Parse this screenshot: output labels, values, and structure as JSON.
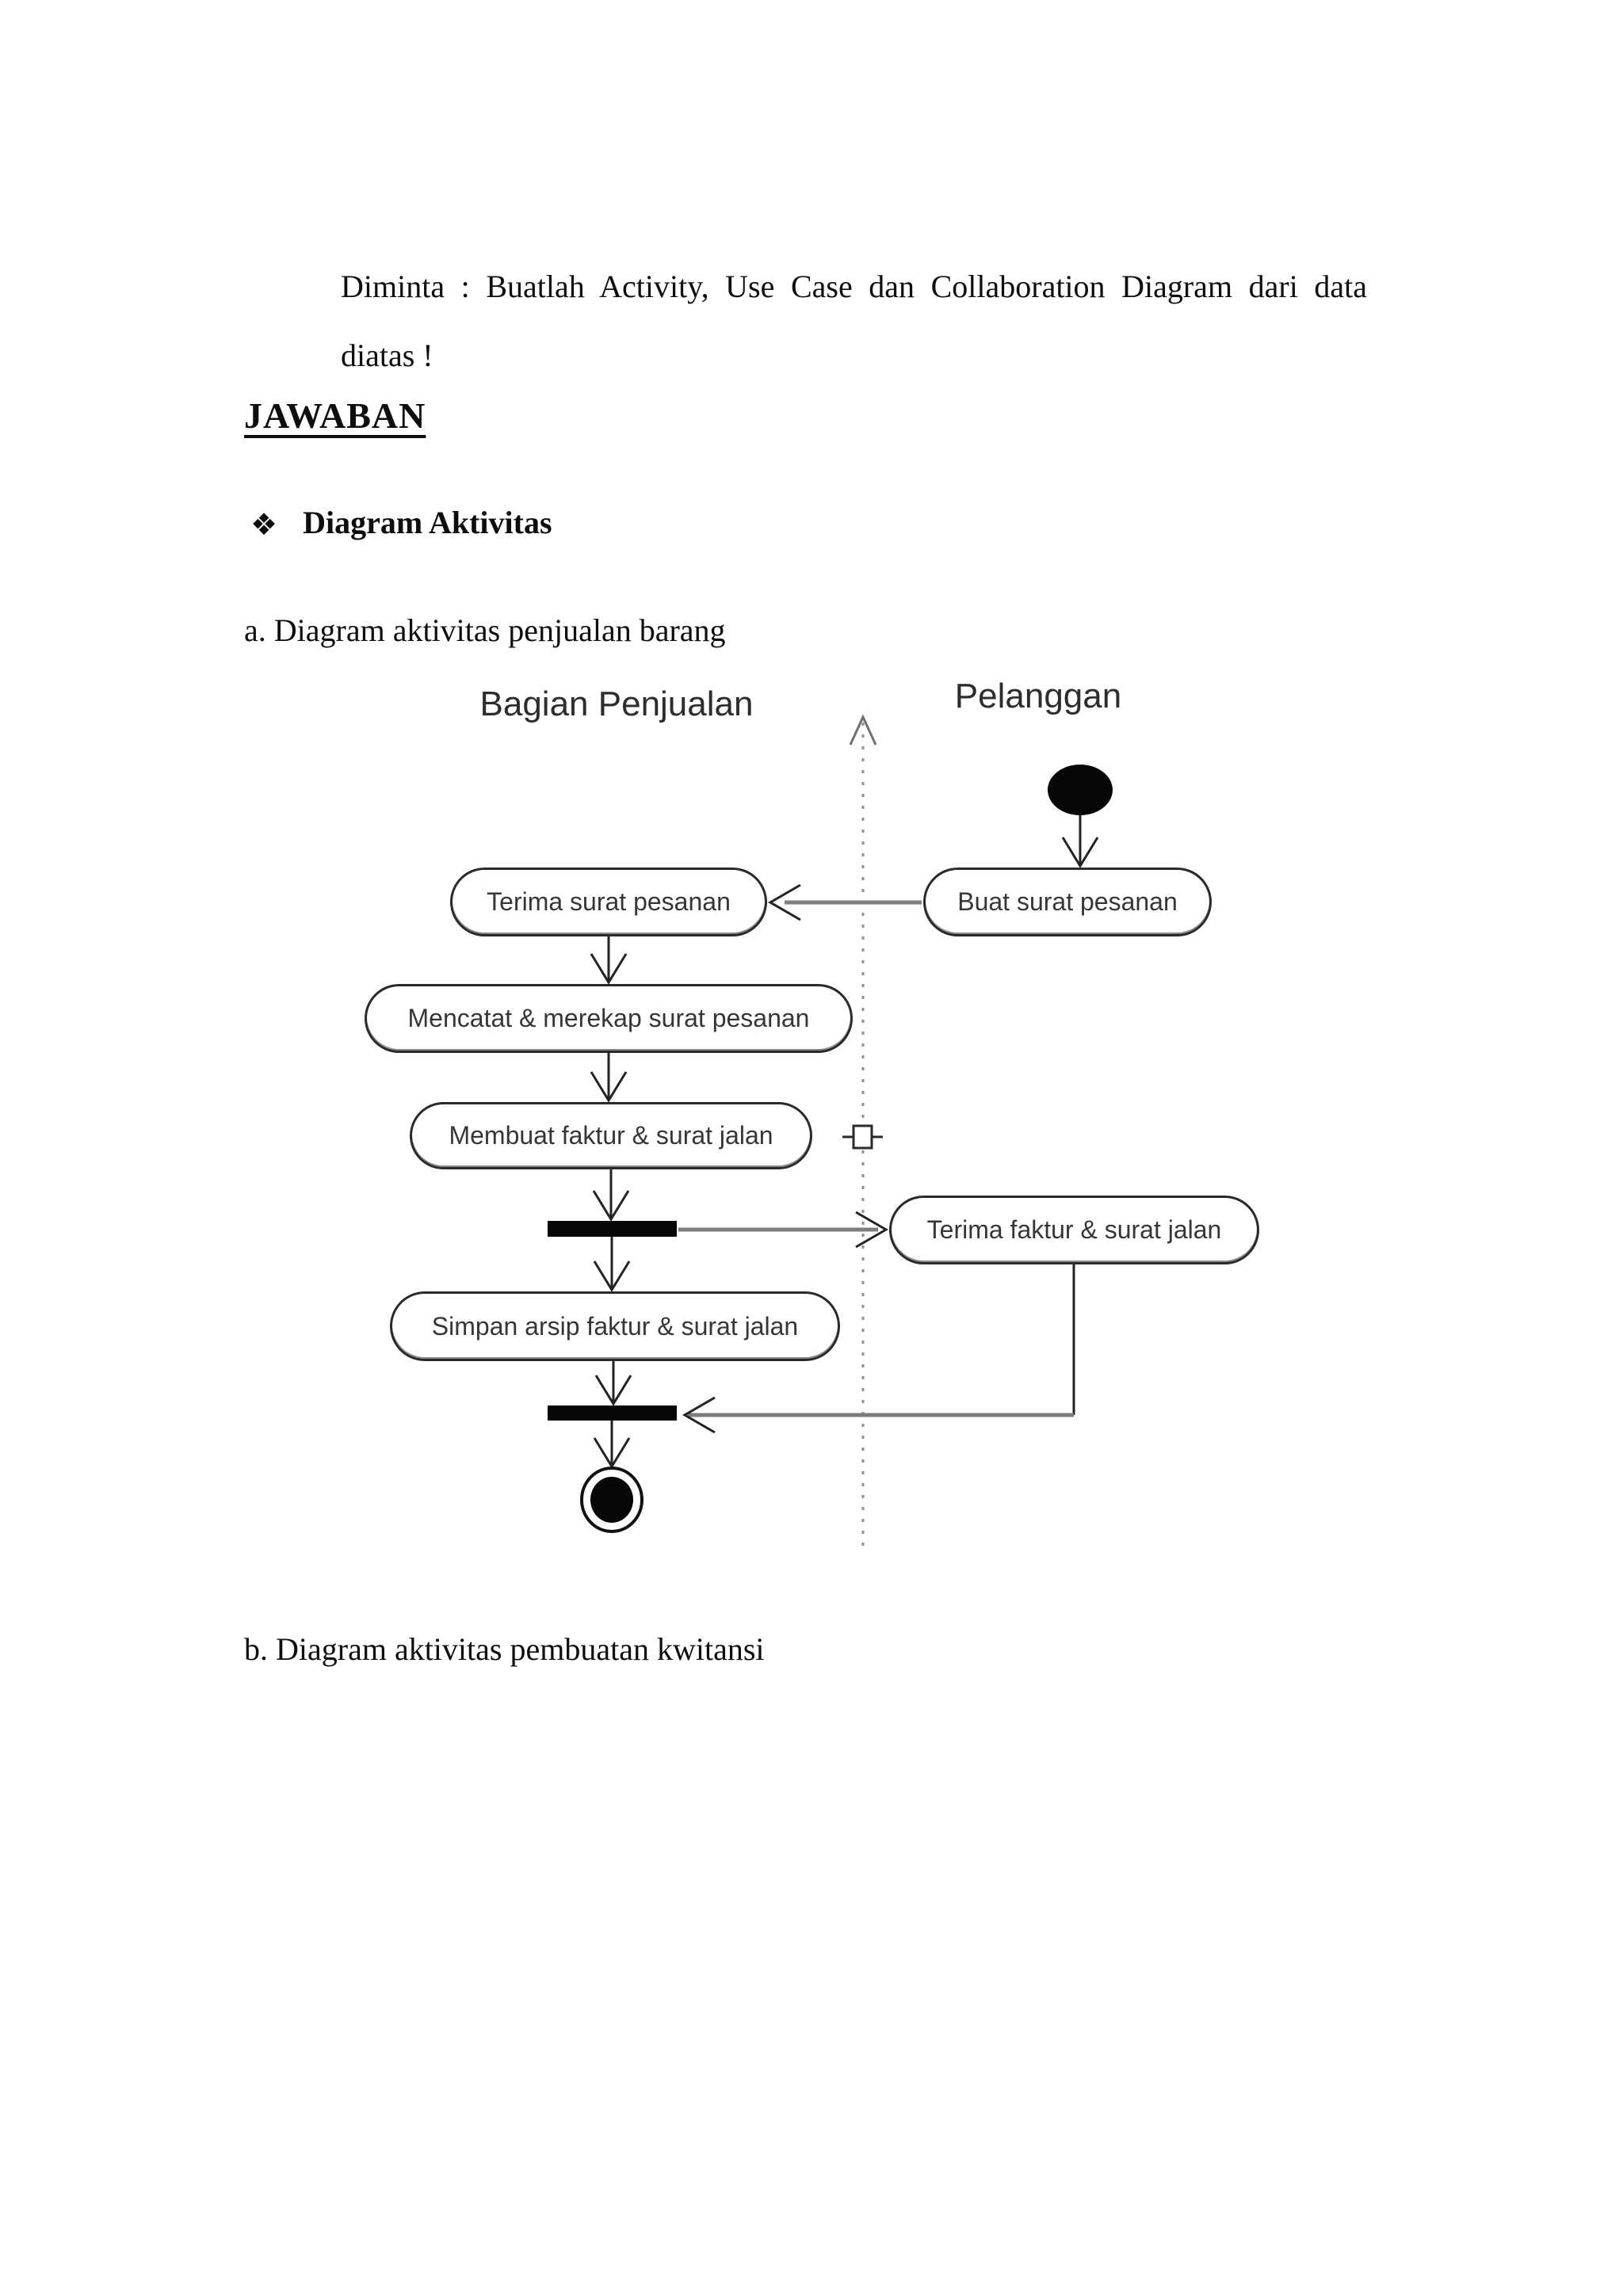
{
  "document": {
    "request_line1": "Diminta : Buatlah Activity, Use Case dan Collaboration Diagram dari data",
    "request_line2": "diatas !",
    "answer_heading": "JAWABAN",
    "bullet_symbol": "❖",
    "section_title": "Diagram Aktivitas",
    "item_a_label": "a. Diagram aktivitas penjualan barang",
    "item_b_label": "b. Diagram aktivitas pembuatan kwitansi"
  },
  "activity_diagram": {
    "type": "uml-activity-swimlane-diagram",
    "lanes": [
      {
        "label": "Bagian Penjualan"
      },
      {
        "label": "Pelanggan"
      }
    ],
    "nodes": {
      "terima_surat": "Terima surat pesanan",
      "buat_surat": "Buat surat pesanan",
      "mencatat": "Mencatat & merekap surat pesanan",
      "membuat_faktur": "Membuat faktur & surat jalan",
      "terima_faktur": "Terima faktur & surat jalan",
      "simpan_arsip": "Simpan arsip faktur & surat jalan"
    },
    "flows": [
      "initial-state -> Buat surat pesanan",
      "Buat surat pesanan -> Terima surat pesanan",
      "Terima surat pesanan -> Mencatat & merekap surat pesanan",
      "Mencatat & merekap surat pesanan -> Membuat faktur & surat jalan",
      "Membuat faktur & surat jalan -> fork-bar",
      "fork-bar -> Terima faktur & surat jalan",
      "fork-bar -> Simpan arsip faktur & surat jalan",
      "Simpan arsip faktur & surat jalan -> join-bar",
      "Terima faktur & surat jalan -> join-bar",
      "join-bar -> final-state"
    ],
    "colors": {
      "ink": "#1c1c1c",
      "connector_gray": "#7d7d7d",
      "divider_gray": "#8f8f8f",
      "label_gray": "#363636"
    }
  }
}
